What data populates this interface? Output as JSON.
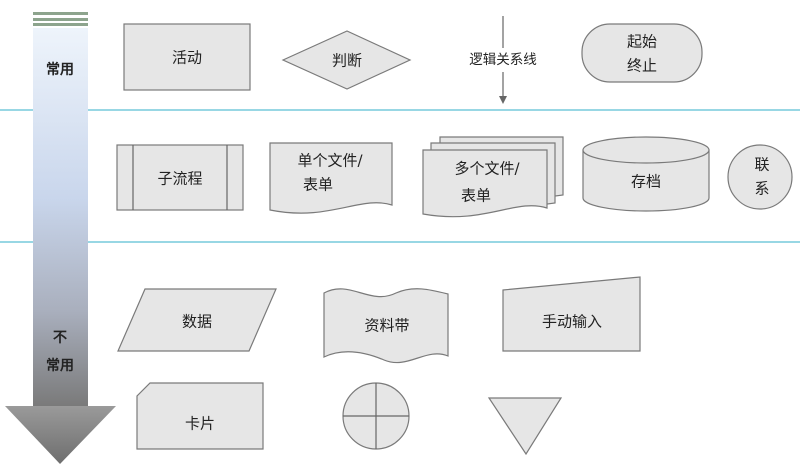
{
  "sidebar": {
    "common": "常用",
    "uncommon_1": "不",
    "uncommon_2": "常用"
  },
  "row1": {
    "activity": "活动",
    "decision": "判断",
    "logic_relation": "逻辑关系线",
    "terminal_1": "起始",
    "terminal_2": "终止"
  },
  "row2": {
    "subprocess": "子流程",
    "single_doc_1": "单个文件/",
    "single_doc_2": "表单",
    "multi_doc_1": "多个文件/",
    "multi_doc_2": "表单",
    "archive": "存档",
    "connector_1": "联",
    "connector_2": "系"
  },
  "row3": {
    "data": "数据",
    "tape": "资料带",
    "manual_input": "手动输入",
    "card": "卡片"
  },
  "colors": {
    "divider": "#5bbfd4",
    "shape_fill": "#e6e6e6",
    "shape_stroke": "#7a7a7a",
    "arrow_top": "#dce9f7",
    "arrow_bottom": "#7d7d7d"
  }
}
